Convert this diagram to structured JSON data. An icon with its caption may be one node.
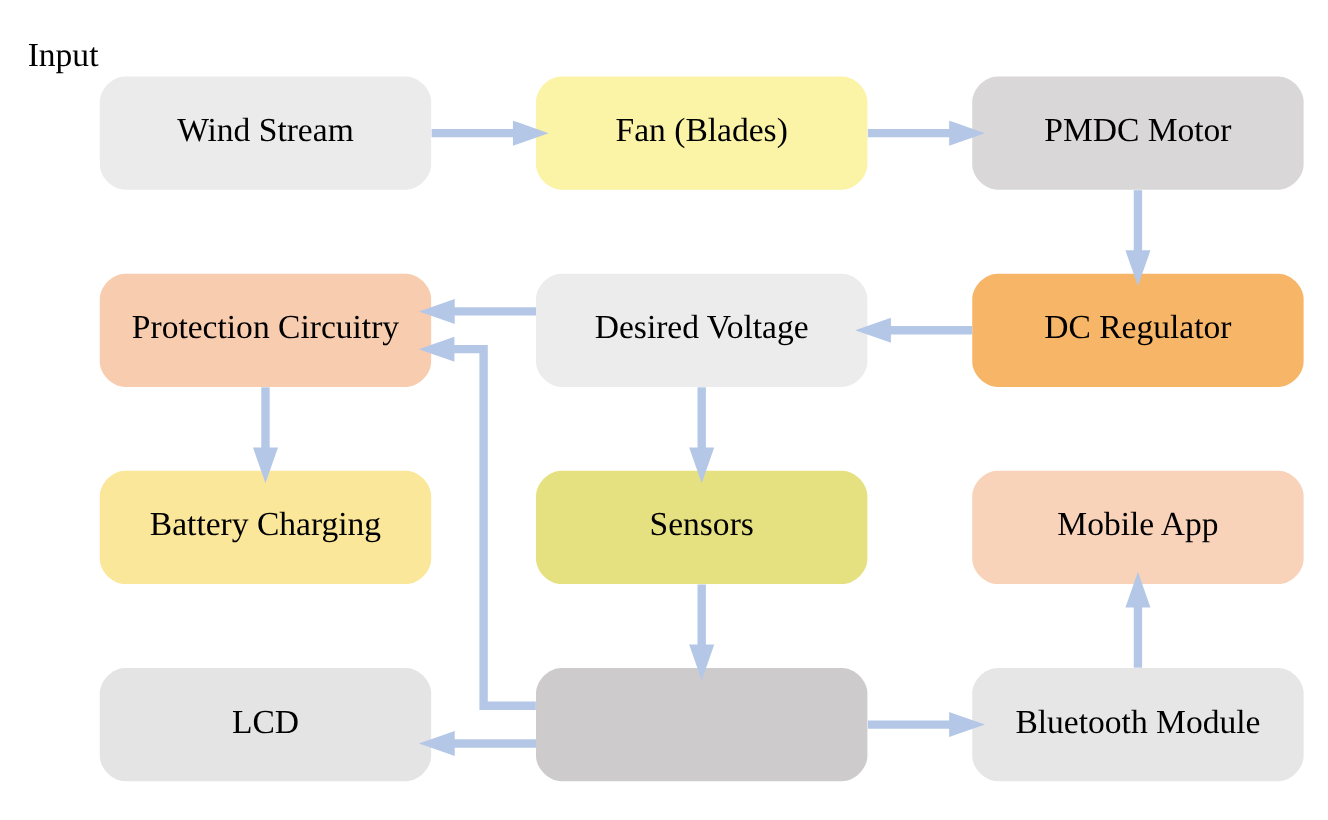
{
  "diagram": {
    "nodes": [
      {
        "text": [
          "Wind Stream"
        ],
        "beside": [
          "Input"
        ]
      },
      {
        "text": [
          "Fan (Blades)"
        ]
      },
      {
        "text": [
          "PMDC Motor"
        ]
      },
      {
        "text": [
          "Protection Circuitry"
        ]
      },
      {
        "text": [
          "Desired Voltage"
        ]
      },
      {
        "text": [
          "DC Regulator"
        ]
      },
      {
        "text": [
          "Battery Charging"
        ]
      },
      {
        "text": [
          "Sensors"
        ]
      },
      {
        "text": [
          "Mobile App"
        ]
      },
      {
        "text": [
          "LCD"
        ]
      },
      {
        "text": [],
        "shape": "box"
      },
      {
        "text": [
          "Bluetooth Module"
        ]
      }
    ],
    "edges": [
      {
        "from": 0,
        "to": 1,
        "arrow": "to"
      },
      {
        "from": 1,
        "to": 2,
        "arrow": "to"
      },
      {
        "from": 2,
        "to": 5,
        "arrow": "to"
      },
      {
        "from": 5,
        "to": 4,
        "arrow": "to"
      },
      {
        "from": 4,
        "to": 3,
        "arrow": "to"
      },
      {
        "from": 3,
        "to": 6,
        "arrow": "to"
      },
      {
        "from": 4,
        "to": 7,
        "arrow": "to"
      },
      {
        "from": 7,
        "to": 10,
        "arrow": "to"
      },
      {
        "from": 10,
        "to": 3,
        "arrow": "to"
      },
      {
        "from": 10,
        "to": 9,
        "arrow": "to"
      },
      {
        "from": 10,
        "to": 11,
        "arrow": "to"
      },
      {
        "from": 11,
        "to": 8,
        "arrow": "to"
      }
    ]
  }
}
